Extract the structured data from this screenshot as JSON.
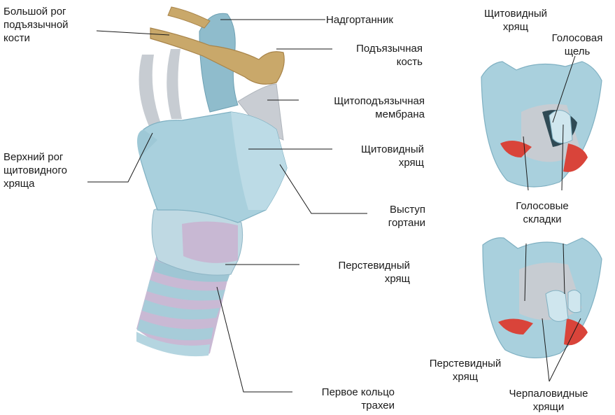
{
  "labels": {
    "hyoid_greater_horn": "Большой рог\nподъязычной\nкости",
    "thyroid_superior_horn": "Верхний рог\nщитовидного\nхряща",
    "epiglottis": "Надгортанник",
    "hyoid_bone": "Подъязычная\nкость",
    "thyrohyoid_membrane": "Щитоподъязычная\nмембрана",
    "thyroid_cartilage_main": "Щитовидный\nхрящ",
    "laryngeal_prominence": "Выступ\nгортани",
    "cricoid_cartilage_main": "Перстевидный\nхрящ",
    "first_tracheal_ring": "Первое кольцо\nтрахеи",
    "thyroid_cartilage_top": "Щитовидный\nхрящ",
    "glottis": "Голосовая\nщель",
    "vocal_folds": "Голосовые\nскладки",
    "cricoid_cartilage_bottom": "Перстевидный\nхрящ",
    "arytenoid_cartilages": "Черпаловидные\nхрящи"
  },
  "colors": {
    "cartilage": "#a9d0dd",
    "cartilage_dark": "#7fb0c2",
    "cartilage_light": "#cfe6ee",
    "bone": "#c9a86a",
    "bone_dark": "#a8844a",
    "ligament": "#c7ccd2",
    "membrane": "#b9a8c6",
    "muscle": "#d9443a",
    "glottis_dark": "#2f4a55",
    "leader": "#1a1a1a"
  }
}
